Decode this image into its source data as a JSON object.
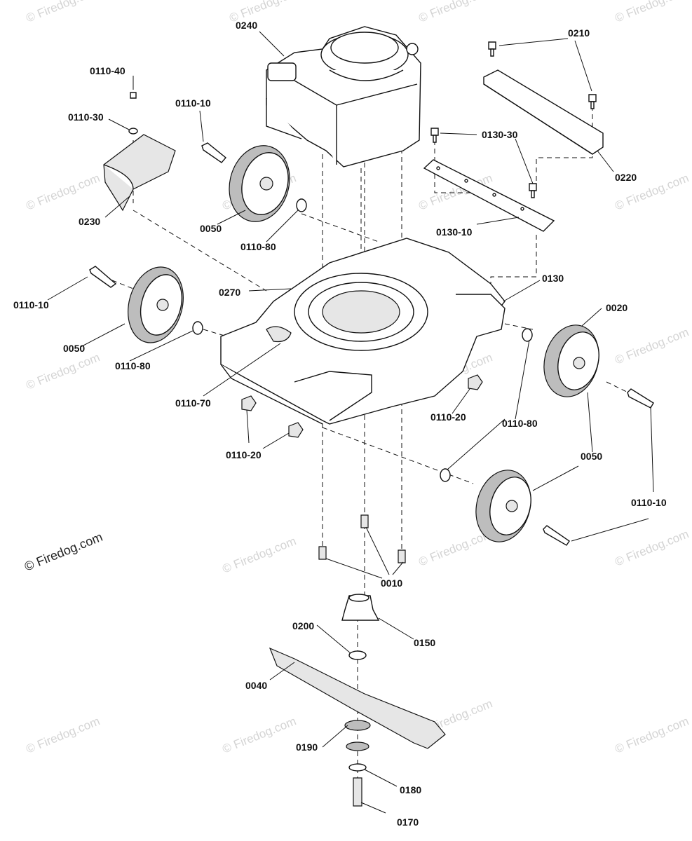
{
  "watermark": {
    "main": "© Firedog.com",
    "faint": "© Firedog.com"
  },
  "labels": [
    {
      "id": "lbl-0240",
      "text": "0240"
    },
    {
      "id": "lbl-0210",
      "text": "0210"
    },
    {
      "id": "lbl-0110-40",
      "text": "0110-40"
    },
    {
      "id": "lbl-0110-30",
      "text": "0110-30"
    },
    {
      "id": "lbl-0110-10-a",
      "text": "0110-10"
    },
    {
      "id": "lbl-0130-30",
      "text": "0130-30"
    },
    {
      "id": "lbl-0220",
      "text": "0220"
    },
    {
      "id": "lbl-0230",
      "text": "0230"
    },
    {
      "id": "lbl-0050-a",
      "text": "0050"
    },
    {
      "id": "lbl-0130-10",
      "text": "0130-10"
    },
    {
      "id": "lbl-0110-80-a",
      "text": "0110-80"
    },
    {
      "id": "lbl-0130",
      "text": "0130"
    },
    {
      "id": "lbl-0270",
      "text": "0270"
    },
    {
      "id": "lbl-0110-10-b",
      "text": "0110-10"
    },
    {
      "id": "lbl-0020",
      "text": "0020"
    },
    {
      "id": "lbl-0050-b",
      "text": "0050"
    },
    {
      "id": "lbl-0110-80-b",
      "text": "0110-80"
    },
    {
      "id": "lbl-0110-70",
      "text": "0110-70"
    },
    {
      "id": "lbl-0110-20-a",
      "text": "0110-20"
    },
    {
      "id": "lbl-0110-80-c",
      "text": "0110-80"
    },
    {
      "id": "lbl-0110-20-b",
      "text": "0110-20"
    },
    {
      "id": "lbl-0050-c",
      "text": "0050"
    },
    {
      "id": "lbl-0110-10-c",
      "text": "0110-10"
    },
    {
      "id": "lbl-0010",
      "text": "0010"
    },
    {
      "id": "lbl-0200",
      "text": "0200"
    },
    {
      "id": "lbl-0150",
      "text": "0150"
    },
    {
      "id": "lbl-0040",
      "text": "0040"
    },
    {
      "id": "lbl-0190",
      "text": "0190"
    },
    {
      "id": "lbl-0180",
      "text": "0180"
    },
    {
      "id": "lbl-0170",
      "text": "0170"
    }
  ]
}
